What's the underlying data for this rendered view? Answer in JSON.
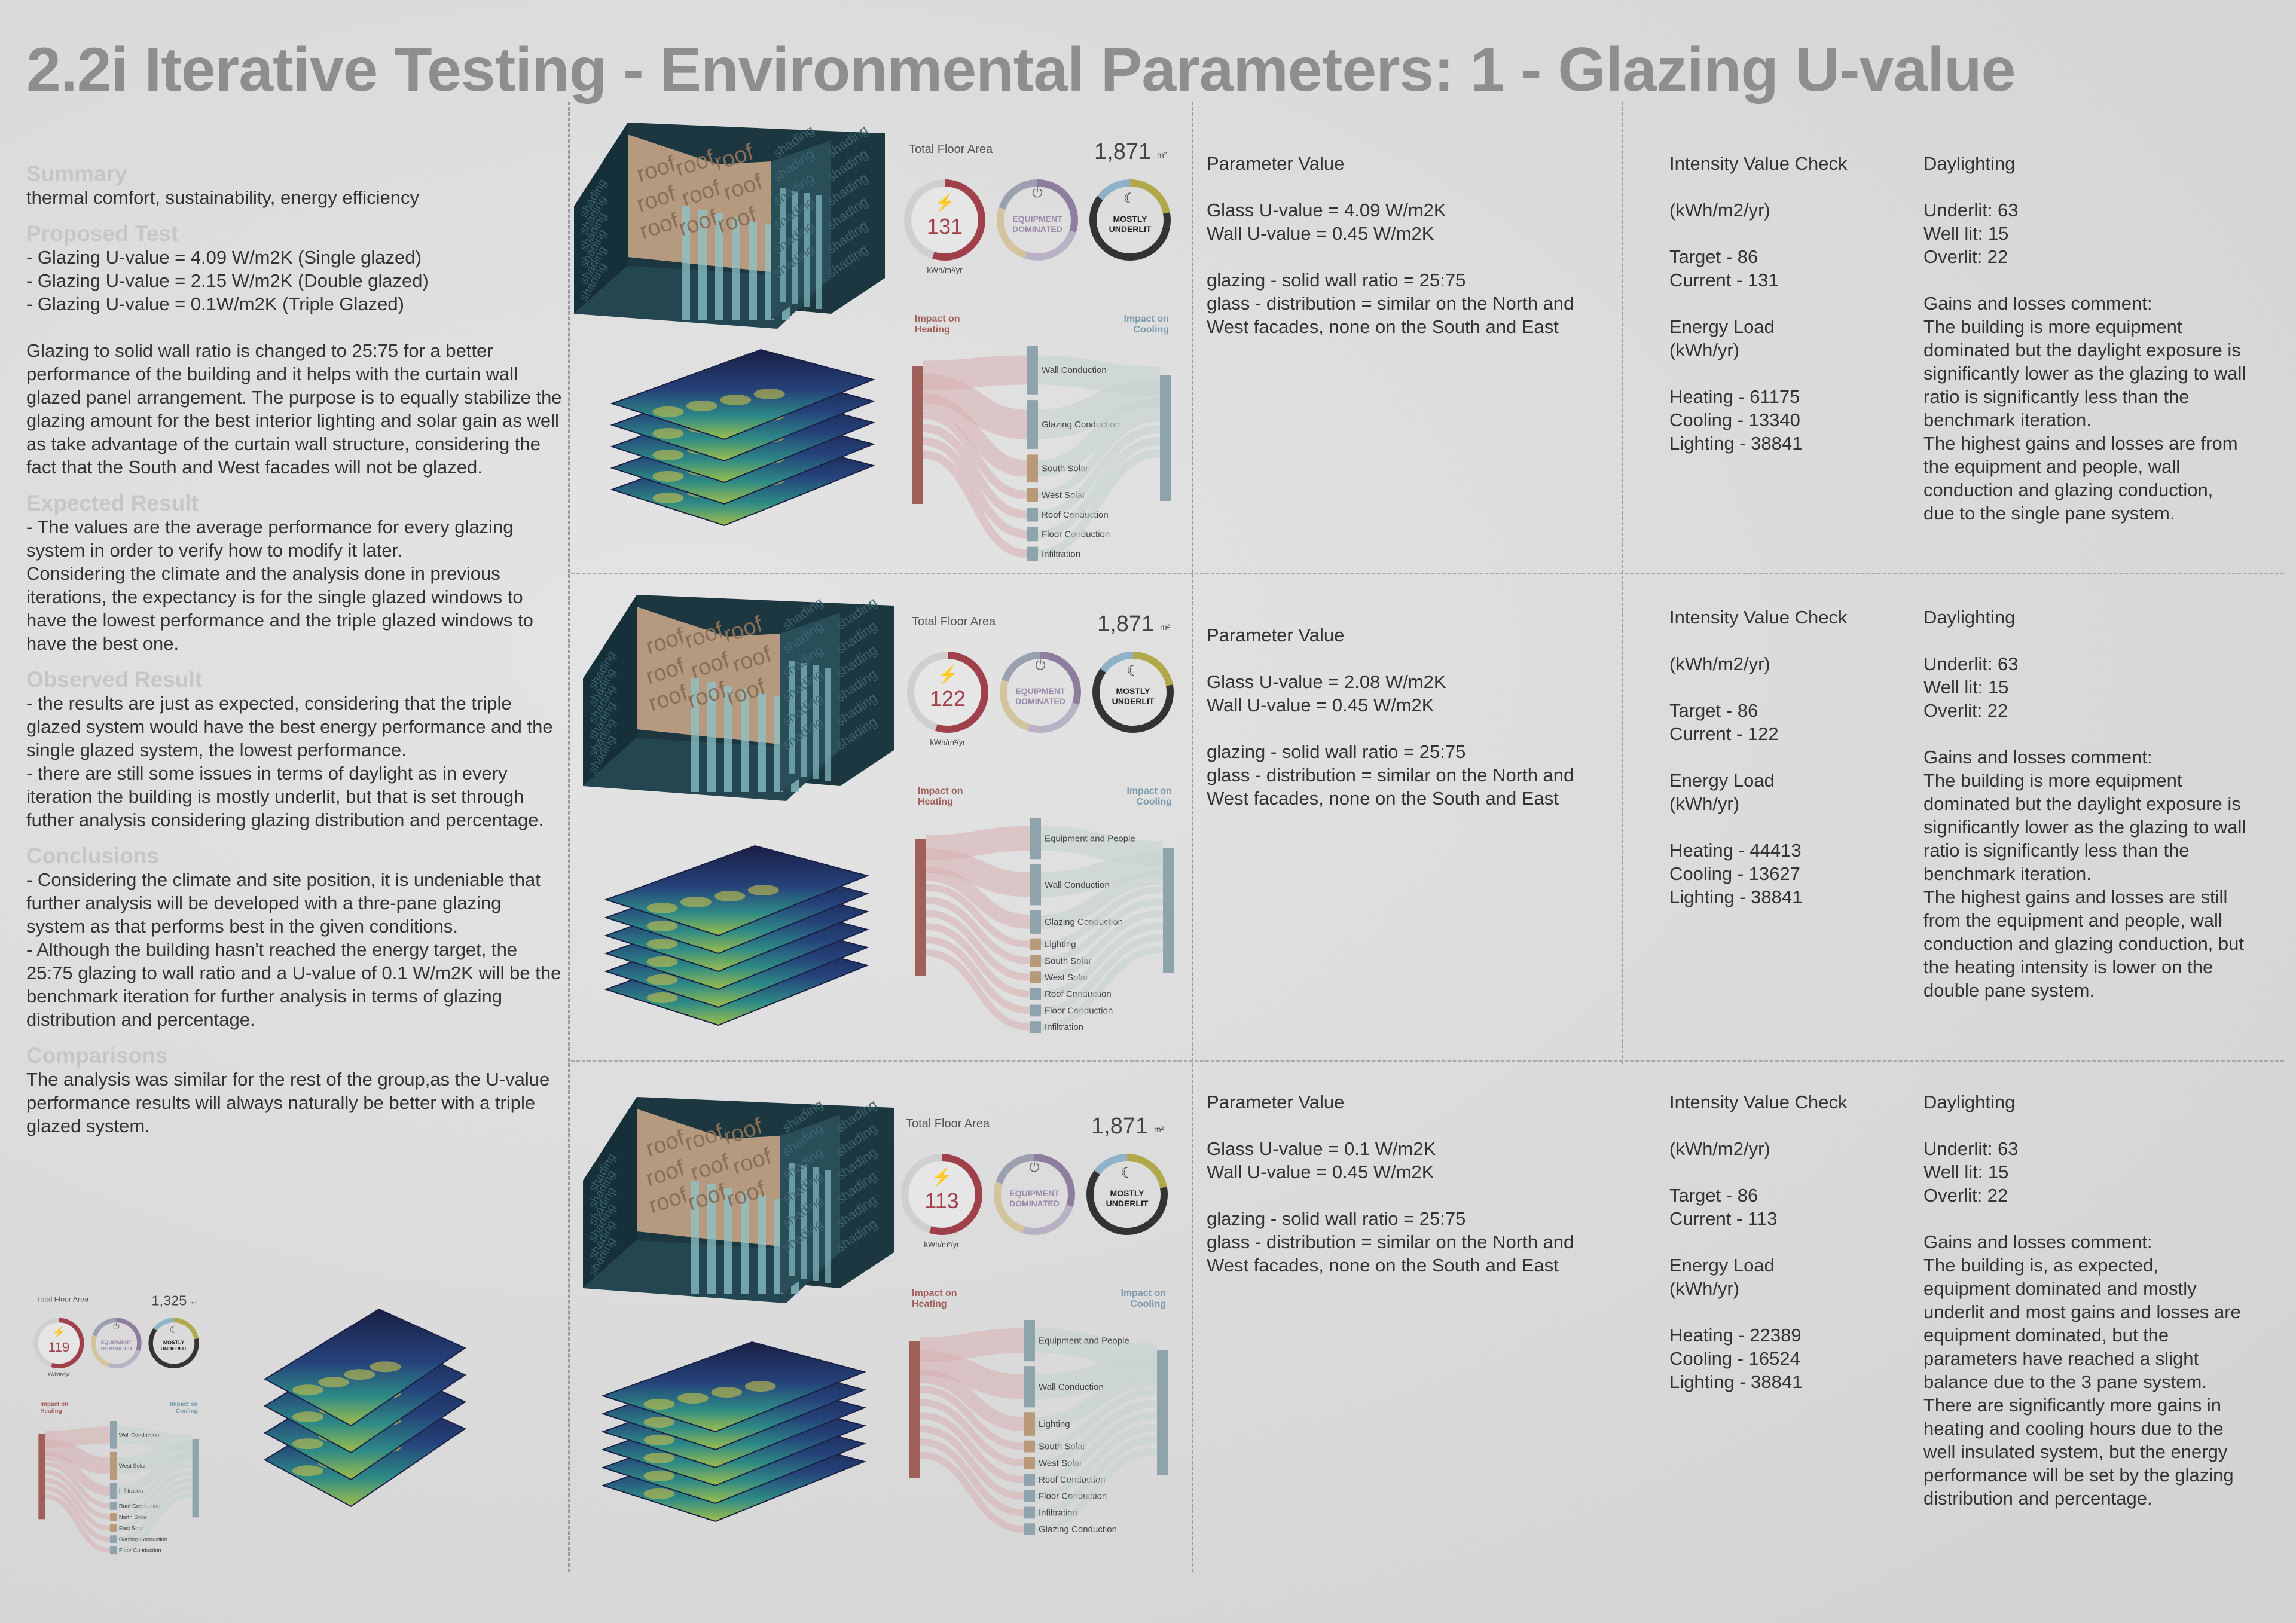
{
  "title": "2.2i Iterative Testing - Environmental Parameters: 1 - Glazing U-value",
  "left": {
    "summary_h": "Summary",
    "summary_b": "thermal comfort, sustainability, energy efficiency",
    "proposed_h": "Proposed Test",
    "proposed_b": "- Glazing U-value = 4.09 W/m2K (Single glazed)\n- Glazing U-value = 2.15 W/m2K (Double glazed)\n- Glazing U-value = 0.1W/m2K (Triple Glazed)\n\n Glazing to solid wall ratio is changed to 25:75 for a better performance of the building and it helps with the curtain wall glazed panel arrangement. The purpose is to equally stabilize the glazing amount for the best interior lighting and solar gain as well as take advantage of the curtain wall structure, considering the fact that the South and West facades will not be glazed.",
    "expected_h": "Expected Result",
    "expected_b": "- The values are the average performance for every glazing system in order to verify how to modify it later.\nConsidering the climate and the analysis done in previous iterations, the expectancy is for the single glazed windows to have the lowest performance and the triple glazed windows to have the best one.",
    "observed_h": "Observed Result",
    "observed_b": "- the results are just as expected, considering that the triple glazed system would have the best energy performance and the single glazed system, the lowest performance.\n- there are still some issues in terms of daylight as in every iteration the building is mostly underlit, but that is set through futher analysis considering glazing distribution and percentage.",
    "conclusions_h": "Conclusions",
    "conclusions_b": "- Considering the climate and site position, it is undeniable that further analysis will be developed with a thre-pane glazing system as that performs best in the given conditions.\n- Although the building hasn't reached the energy target, the 25:75 glazing to wall ratio and a U-value of 0.1 W/m2K will be the benchmark iteration for further analysis in terms of glazing distribution and percentage.",
    "comparisons_h": "Comparisons",
    "comparisons_b": "The analysis was similar for the rest of the group,as the U-value performance results will always naturally be better with a triple glazed system."
  },
  "comparison_dash": {
    "tfa_label": "Total Floor Area",
    "tfa_value": "1,325",
    "tfa_unit": "m²",
    "eui": "119",
    "eui_unit": "kWh/m²/yr",
    "ring2": [
      "EQUIPMENT",
      "DOMINATED"
    ],
    "ring3": [
      "MOSTLY",
      "UNDERLIT"
    ],
    "heat_label": [
      "Impact on",
      "Heating"
    ],
    "cool_label": [
      "Impact on",
      "Cooling"
    ],
    "sankey": [
      "Wall Conduction",
      "West Solar",
      "Infiltration",
      "Roof Conduction",
      "North Solar",
      "East Solar",
      "Glazing Conduction",
      "Floor Conduction"
    ]
  },
  "cube_labels": {
    "roof": "roof",
    "shading": "shading"
  },
  "rows": [
    {
      "tfa_label": "Total Floor Area",
      "tfa_value": "1,871",
      "tfa_unit": "m²",
      "eui": "131",
      "eui_unit": "kWh/m²/yr",
      "ring2": [
        "EQUIPMENT",
        "DOMINATED"
      ],
      "ring3": [
        "MOSTLY",
        "UNDERLIT"
      ],
      "heat_label": [
        "Impact on",
        "Heating"
      ],
      "cool_label": [
        "Impact on",
        "Cooling"
      ],
      "sankey": [
        "Wall Conduction",
        "Glazing Conduction",
        "South Solar",
        "West Solar",
        "Roof Conduction",
        "Floor Conduction",
        "Infiltration"
      ],
      "param": "Parameter Value\n\nGlass U-value = 4.09 W/m2K\nWall U-value = 0.45 W/m2K\n\nglazing - solid wall ratio = 25:75\nglass - distribution = similar on the North and West facades, none on the South and East",
      "intensity": "Intensity Value Check\n\n(kWh/m2/yr)\n\nTarget - 86\nCurrent - 131\n\nEnergy Load\n(kWh/yr)\n\nHeating - 61175\nCooling - 13340\nLighting - 38841",
      "daylight": "Daylighting\n\nUnderlit: 63\nWell lit: 15\nOverlit: 22\n\nGains and losses comment:\nThe building is more equipment dominated but the daylight exposure is significantly lower as the glazing to wall ratio is significantly less than the benchmark iteration.\nThe highest gains and losses are from the equipment and people, wall conduction and glazing conduction, due to the single pane system."
    },
    {
      "tfa_label": "Total Floor Area",
      "tfa_value": "1,871",
      "tfa_unit": "m²",
      "eui": "122",
      "eui_unit": "kWh/m²/yr",
      "ring2": [
        "EQUIPMENT",
        "DOMINATED"
      ],
      "ring3": [
        "MOSTLY",
        "UNDERLIT"
      ],
      "heat_label": [
        "Impact on",
        "Heating"
      ],
      "cool_label": [
        "Impact on",
        "Cooling"
      ],
      "sankey": [
        "Equipment and People",
        "Wall Conduction",
        "Glazing Conduction",
        "Lighting",
        "South Solar",
        "West Solar",
        "Roof Conduction",
        "Floor Conduction",
        "Infiltration"
      ],
      "param": "Parameter Value\n\nGlass U-value = 2.08 W/m2K\nWall U-value = 0.45 W/m2K\n\nglazing - solid wall ratio = 25:75\nglass - distribution = similar on the North and West facades, none on the South and East",
      "intensity": "Intensity Value Check\n\n(kWh/m2/yr)\n\nTarget - 86\nCurrent - 122\n\nEnergy Load\n(kWh/yr)\n\nHeating - 44413\nCooling - 13627\nLighting - 38841",
      "daylight": "Daylighting\n\nUnderlit: 63\nWell lit: 15\nOverlit: 22\n\nGains and losses comment:\nThe building is more equipment dominated but the daylight exposure is significantly lower as the glazing to wall ratio is significantly less than the benchmark iteration.\nThe highest gains and losses are still from the equipment and people, wall conduction and glazing conduction, but the heating intensity is lower on the double pane system."
    },
    {
      "tfa_label": "Total Floor Area",
      "tfa_value": "1,871",
      "tfa_unit": "m²",
      "eui": "113",
      "eui_unit": "kWh/m²/yr",
      "ring2": [
        "EQUIPMENT",
        "DOMINATED"
      ],
      "ring3": [
        "MOSTLY",
        "UNDERLIT"
      ],
      "heat_label": [
        "Impact on",
        "Heating"
      ],
      "cool_label": [
        "Impact on",
        "Cooling"
      ],
      "sankey": [
        "Equipment and People",
        "Wall Conduction",
        "Lighting",
        "South Solar",
        "West Solar",
        "Roof Conduction",
        "Floor Conduction",
        "Infiltration",
        "Glazing Conduction"
      ],
      "param": "Parameter Value\n\nGlass U-value = 0.1 W/m2K\nWall U-value = 0.45 W/m2K\n\nglazing - solid wall ratio = 25:75\nglass - distribution = similar on the North and West facades, none on the South and East",
      "intensity": "Intensity Value Check\n\n(kWh/m2/yr)\n\nTarget - 86\nCurrent - 113\n\nEnergy Load\n(kWh/yr)\n\nHeating - 22389\nCooling - 16524\nLighting - 38841",
      "daylight": "Daylighting\n\nUnderlit: 63\nWell lit: 15\nOverlit: 22\n\nGains and losses comment:\nThe building is, as expected, equipment dominated and mostly underlit and most gains and losses are equipment dominated, but the parameters have reached a slight balance due to the 3 pane system.\nThere are significantly more gains in heating and cooling hours due to the well insulated system, but the energy performance will be set by the glazing distribution and percentage."
    }
  ],
  "colors": {
    "title": "#8e8e8e",
    "heading": "#c6c6c6",
    "eui_red": "#a0404a",
    "cube_dark": "#1f3b45",
    "cube_roof": "#b59a80",
    "sankey_heat": "#a0605a",
    "sankey_cool": "#8fa3ad"
  }
}
